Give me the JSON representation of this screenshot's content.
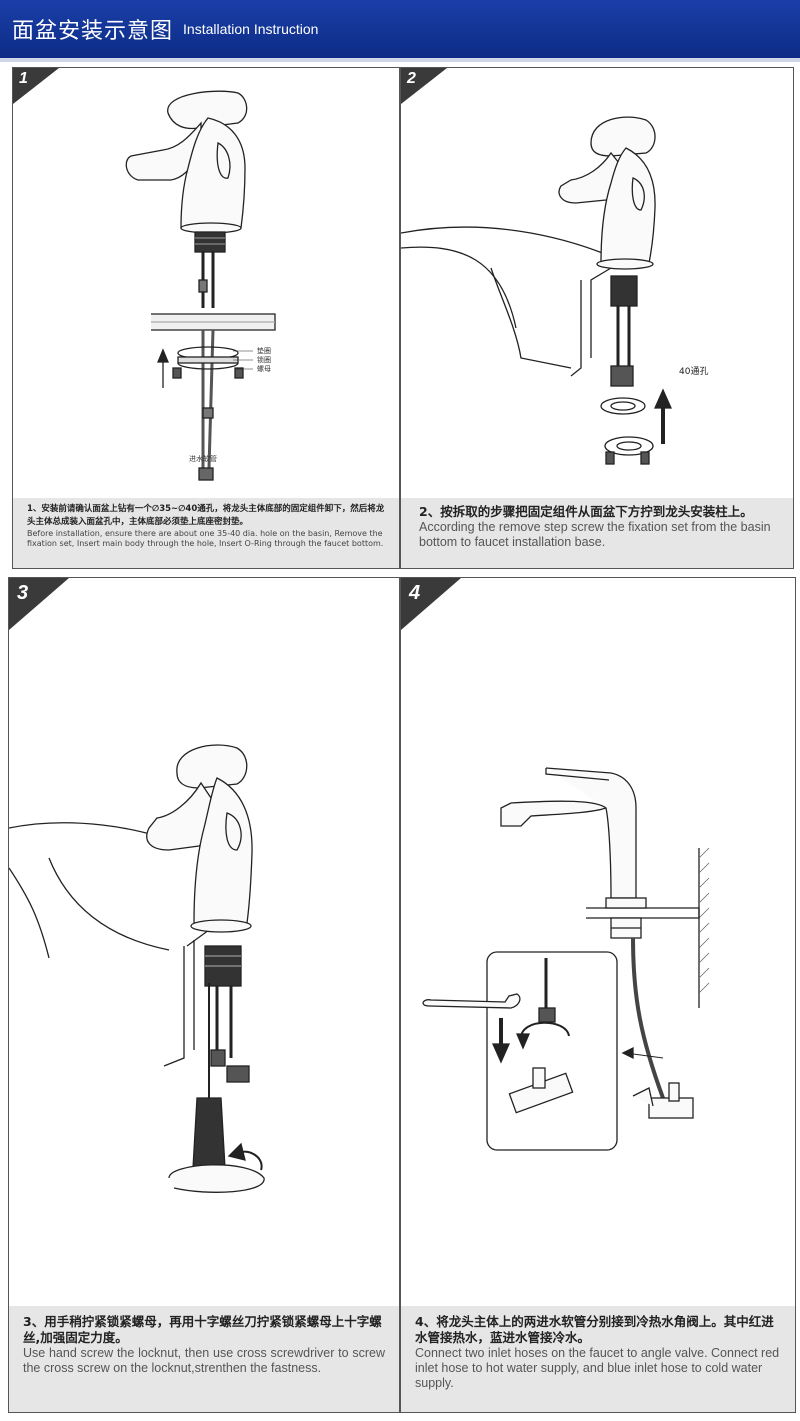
{
  "header": {
    "title_cn": "面盆安装示意图",
    "title_en": "Installation Instruction"
  },
  "steps": [
    {
      "number": "1",
      "caption_cn": "1、安装前请确认面盆上钻有一个∅35~∅40通孔，将龙头主体底部的固定组件卸下，然后将龙头主体总成装入面盆孔中，主体底部必须垫上底座密封垫。",
      "caption_en": "Before installation, ensure there are about one 35-40 dia. hole on the basin, Remove the fixation set, Insert main body through the hole, Insert O-Ring through the faucet bottom.",
      "labels": [
        "垫圈",
        "锁圈",
        "螺母"
      ],
      "hose_label": "进水软管"
    },
    {
      "number": "2",
      "caption_cn": "2、按拆取的步骤把固定组件从面盆下方拧到龙头安装柱上。",
      "caption_en": "According the remove step screw the fixation set from the basin bottom to faucet installation base.",
      "hole_label": "40通孔"
    },
    {
      "number": "3",
      "caption_cn": "3、用手稍拧紧锁紧螺母，再用十字螺丝刀拧紧锁紧螺母上十字螺丝,加强固定力度。",
      "caption_en": "Use hand screw the locknut, then use cross screwdriver to screw the cross screw on the locknut,strenthen the fastness."
    },
    {
      "number": "4",
      "caption_cn": "4、将龙头主体上的两进水软管分别接到冷热水角阀上。其中红进水管接热水，蓝进水管接冷水。",
      "caption_en": "Connect two inlet hoses on the faucet to angle valve. Connect red inlet hose to hot water supply, and blue inlet hose to cold water supply."
    }
  ],
  "colors": {
    "header": "#1a3fa8",
    "caption_bg": "#e6e6e6",
    "tab": "#3a3a3a"
  }
}
